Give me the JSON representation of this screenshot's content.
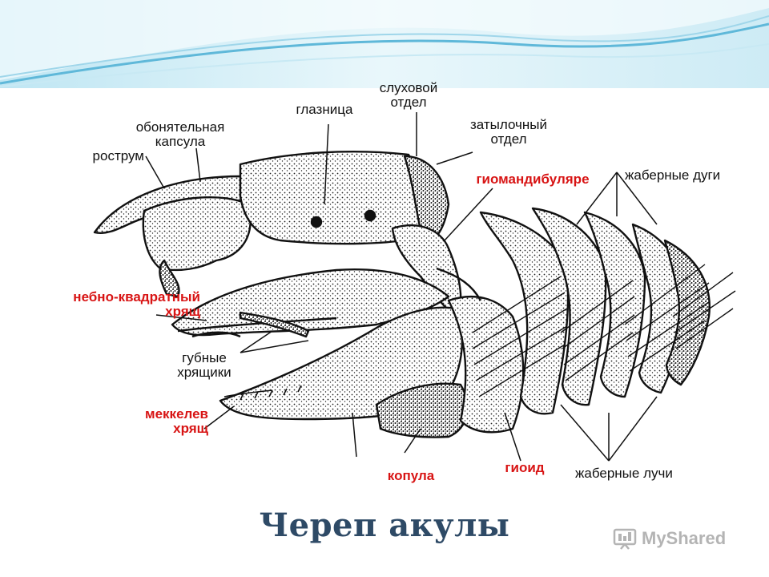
{
  "labels": {
    "rostrum": "рострум",
    "olfactory_1": "обонятельная",
    "olfactory_2": "капсула",
    "orbit": "глазница",
    "auditory_1": "слуховой",
    "auditory_2": "отдел",
    "occipital_1": "затылочный",
    "occipital_2": "отдел",
    "hyomandibular": "гиомандибуляре",
    "gill_arches": "жаберные дуги",
    "palatoquadrate_1": "небно-квадратный",
    "palatoquadrate_2": "хрящ",
    "labial_1": "губные",
    "labial_2": "хрящики",
    "meckel_1": "меккелев",
    "meckel_2": "хрящ",
    "copula": "копула",
    "hyoid": "гиоид",
    "gill_rays": "жаберные лучи"
  },
  "title": "Череп акулы",
  "brand": "MyShared",
  "colors": {
    "title": "#2e4a66",
    "label_red": "#d81414",
    "wave": "#7ec8e3"
  },
  "icons": {
    "brand": "presentation-board-icon"
  }
}
